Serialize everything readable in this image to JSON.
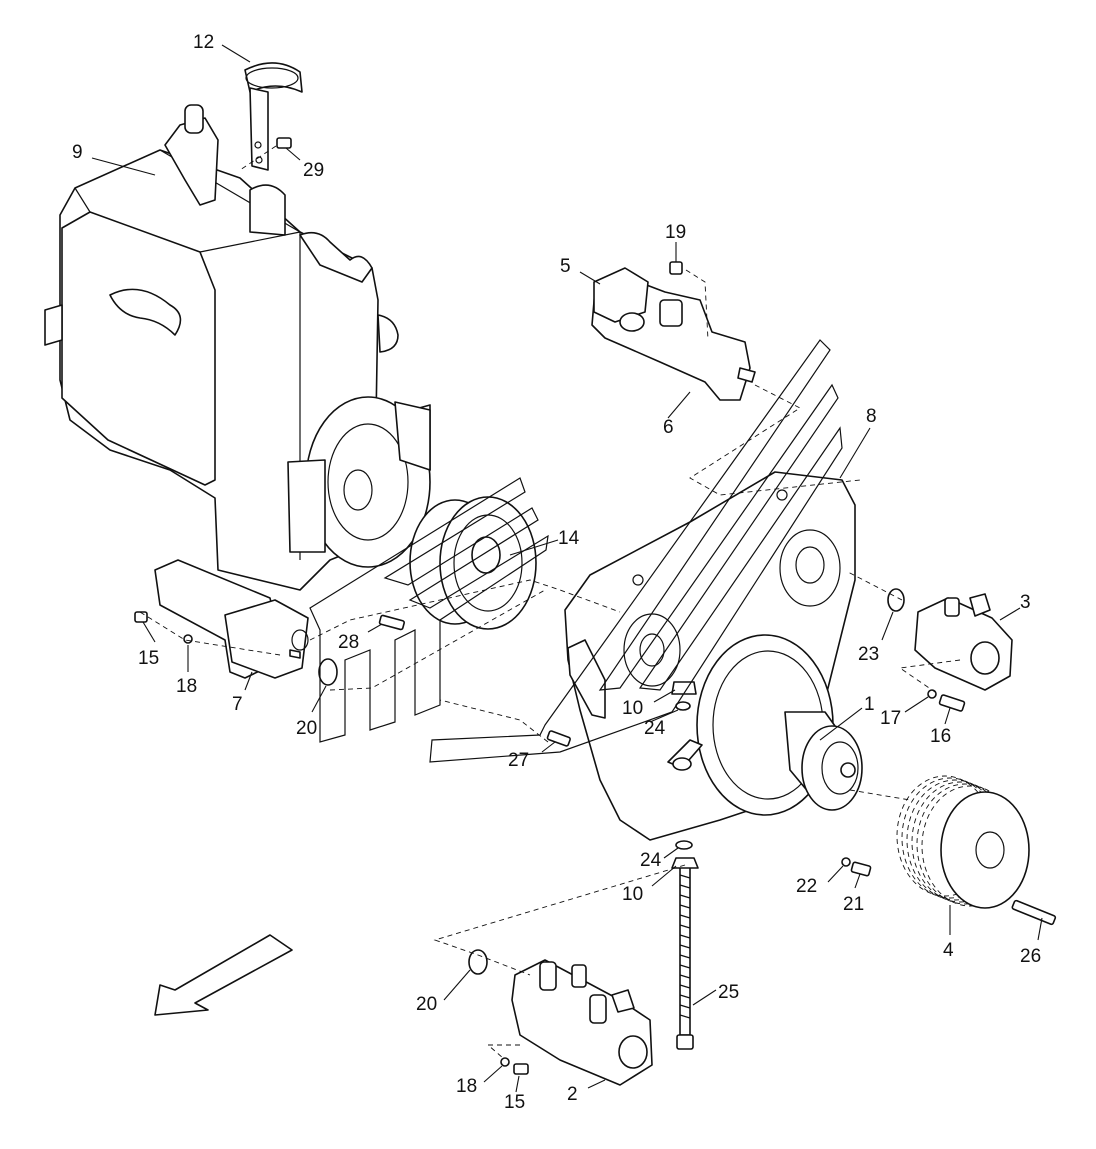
{
  "callouts": [
    {
      "label": "12"
    },
    {
      "label": "9"
    },
    {
      "label": "29"
    },
    {
      "label": "19"
    },
    {
      "label": "5"
    },
    {
      "label": "6"
    },
    {
      "label": "8"
    },
    {
      "label": "14"
    },
    {
      "label": "3"
    },
    {
      "label": "23"
    },
    {
      "label": "15"
    },
    {
      "label": "18"
    },
    {
      "label": "7"
    },
    {
      "label": "28"
    },
    {
      "label": "20"
    },
    {
      "label": "1"
    },
    {
      "label": "10"
    },
    {
      "label": "24"
    },
    {
      "label": "17"
    },
    {
      "label": "16"
    },
    {
      "label": "27"
    },
    {
      "label": "24"
    },
    {
      "label": "10"
    },
    {
      "label": "22"
    },
    {
      "label": "21"
    },
    {
      "label": "4"
    },
    {
      "label": "26"
    },
    {
      "label": "25"
    },
    {
      "label": "20"
    },
    {
      "label": "18"
    },
    {
      "label": "15"
    },
    {
      "label": "2"
    }
  ]
}
